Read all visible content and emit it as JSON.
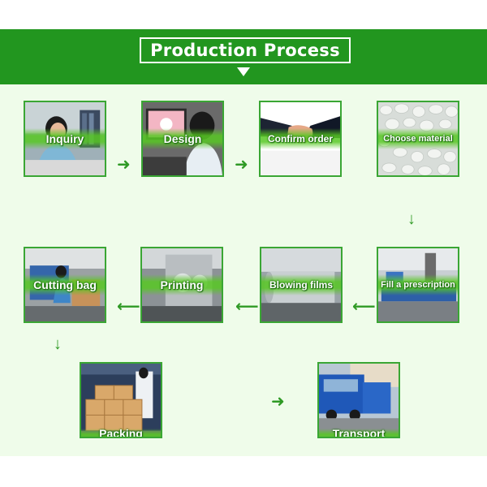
{
  "header": {
    "title": "Production Process",
    "color": "#22961f"
  },
  "steps": [
    {
      "label": "Inquiry",
      "scene": "office-phone-call"
    },
    {
      "label": "Design",
      "scene": "computer-design"
    },
    {
      "label": "Confirm order",
      "scene": "handshake"
    },
    {
      "label": "Choose material",
      "scene": "plastic-pellets"
    },
    {
      "label": "Fill a prescription",
      "scene": "extrusion-machine"
    },
    {
      "label": "Blowing films",
      "scene": "film-rolls"
    },
    {
      "label": "Printing",
      "scene": "printing-press"
    },
    {
      "label": "Cutting bag",
      "scene": "bag-cutting-machine"
    },
    {
      "label": "Packing",
      "scene": "carton-boxes"
    },
    {
      "label": "Transport",
      "scene": "blue-trucks"
    }
  ],
  "arrows": {
    "right": "➜",
    "left": "⟵",
    "down": "↓"
  }
}
